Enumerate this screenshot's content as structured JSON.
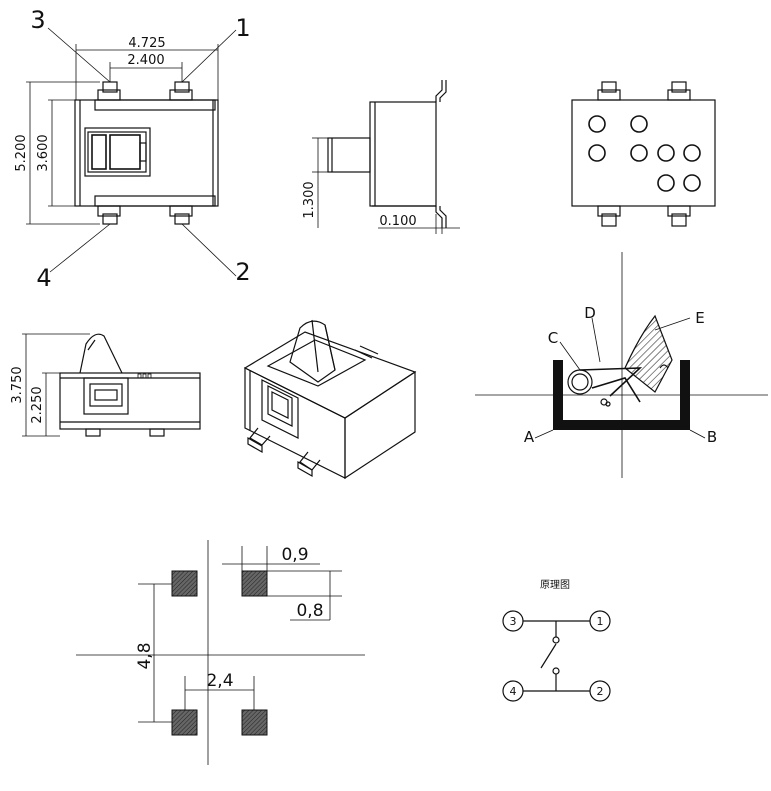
{
  "top_view": {
    "dim_outer_width": "4.725",
    "dim_inner_width": "2.400",
    "dim_outer_height": "5.200",
    "dim_inner_height": "3.600",
    "pin_3": "3",
    "pin_1": "1",
    "pin_4": "4",
    "pin_2": "2"
  },
  "side_view": {
    "dim_actuator": "1.300",
    "dim_lead": "0.100"
  },
  "front_view": {
    "dim_total_height": "3.750",
    "dim_body_height": "2.250"
  },
  "mechanism": {
    "label_a": "A",
    "label_b": "B",
    "label_c": "C",
    "label_d": "D",
    "label_e": "E"
  },
  "footprint": {
    "pad_width": "0,9",
    "pad_height": "0,8",
    "pitch_vertical": "4,8",
    "pitch_horizontal": "2,4"
  },
  "schematic": {
    "title": "原理图",
    "pin_3": "3",
    "pin_1": "1",
    "pin_4": "4",
    "pin_2": "2"
  },
  "colors": {
    "line": "#111111",
    "pad_fill": "#555555",
    "hatch": "#333333",
    "background": "#ffffff"
  }
}
